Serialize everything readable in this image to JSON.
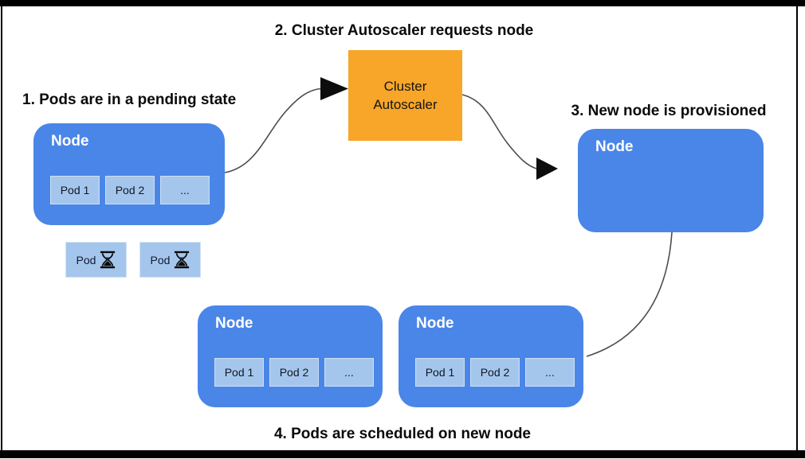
{
  "captions": {
    "step1": "1. Pods are in a pending state",
    "step2": "2. Cluster Autoscaler requests node",
    "step3": "3. New node is provisioned",
    "step4": "4. Pods are scheduled on new node"
  },
  "autoscaler": {
    "line1": "Cluster",
    "line2": "Autoscaler"
  },
  "nodes": {
    "pending": {
      "title": "Node",
      "pods": [
        "Pod 1",
        "Pod 2",
        "..."
      ]
    },
    "new_node": {
      "title": "Node",
      "pods": []
    },
    "scheduled_left": {
      "title": "Node",
      "pods": [
        "Pod 1",
        "Pod 2",
        "..."
      ]
    },
    "scheduled_right": {
      "title": "Node",
      "pods": [
        "Pod 1",
        "Pod 2",
        "..."
      ]
    }
  },
  "pending_pods": [
    {
      "label": "Pod",
      "icon": "hourglass-icon"
    },
    {
      "label": "Pod",
      "icon": "hourglass-icon"
    }
  ],
  "colors": {
    "node_blue": "#4A86E8",
    "pod_light_blue": "#A5C6EC",
    "autoscaler_orange": "#F7A62A",
    "connector_gray": "#4d4d4d",
    "arrowhead_black": "#0d0d0d",
    "frame_black": "#000000",
    "node_title_white": "#ffffff"
  }
}
